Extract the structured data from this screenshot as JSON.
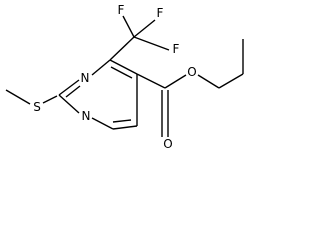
{
  "molecule": {
    "atoms": {
      "n1": "N",
      "n3": "N",
      "s": "S",
      "f_top_left": "F",
      "f_top_right": "F",
      "f_right": "F",
      "o_ester": "O",
      "o_carbonyl": "O"
    }
  },
  "colors": {
    "bond": "#000000",
    "label": "#000000",
    "background": "#ffffff"
  }
}
